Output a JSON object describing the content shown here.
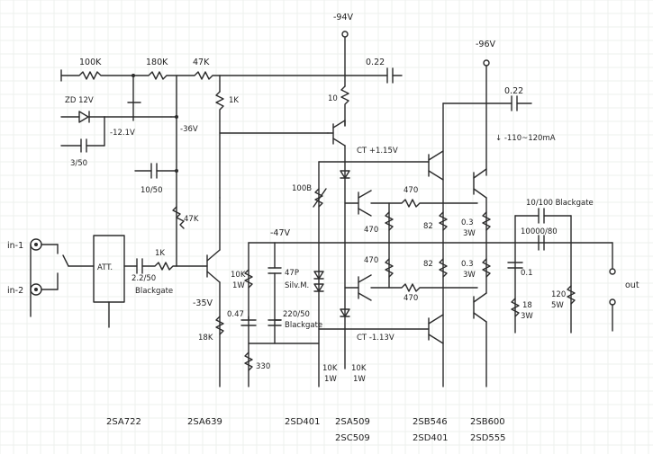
{
  "rails": {
    "v1": "-94V",
    "v2": "-96V",
    "mid": "-47V",
    "in_stage": "-35V",
    "zener": "-12.1V",
    "v36": "-36V"
  },
  "inputs": {
    "in1": "in-1",
    "in2": "in-2",
    "out": "out",
    "att": "ATT."
  },
  "labels": {
    "r100k": "100K",
    "r180k": "180K",
    "r47k_top": "47K",
    "c022_a": "0.22",
    "c022_b": "0.22",
    "r1k_a": "1K",
    "r10": "10",
    "zd": "ZD 12V",
    "c3_50": "3/50",
    "c10_50": "10/50",
    "r47k_v": "47K",
    "r1k_in": "1K",
    "c_in": "2.2/50",
    "bg1": "Blackgate",
    "r18k": "18K",
    "r10k_1w": "10K",
    "w1": "1W",
    "c47p": "47P",
    "silm": "Silv.M.",
    "c047": "0.47",
    "c220": "220/50",
    "bg2": "Blackgate",
    "r330": "330",
    "vr100b": "100B",
    "ct_top": "CT +1.15V",
    "ct_bot": "CT -1.13V",
    "r470_a": "470",
    "r470_b": "470",
    "r470_c": "470",
    "r470_d": "470",
    "r82_a": "82",
    "r82_b": "82",
    "r03_a": "0.3",
    "r03_b": "0.3",
    "w3_a": "3W",
    "w3_b": "3W",
    "current": "↓ -110~120mA",
    "c10_100": "10/100 Blackgate",
    "c10000": "10000/80",
    "c01": "0.1",
    "r18": "18",
    "w3_c": "3W",
    "r120": "120",
    "w5": "5W",
    "r10k_a": "10K",
    "w1_a": "1W",
    "r10k_b": "10K",
    "w1_b": "1W"
  },
  "transistors": [
    {
      "a": "2SA722",
      "b": ""
    },
    {
      "a": "2SA639",
      "b": ""
    },
    {
      "a": "2SD401",
      "b": ""
    },
    {
      "a": "2SA509",
      "b": "2SC509"
    },
    {
      "a": "2SB546",
      "b": "2SD401"
    },
    {
      "a": "2SB600",
      "b": "2SD555"
    }
  ]
}
